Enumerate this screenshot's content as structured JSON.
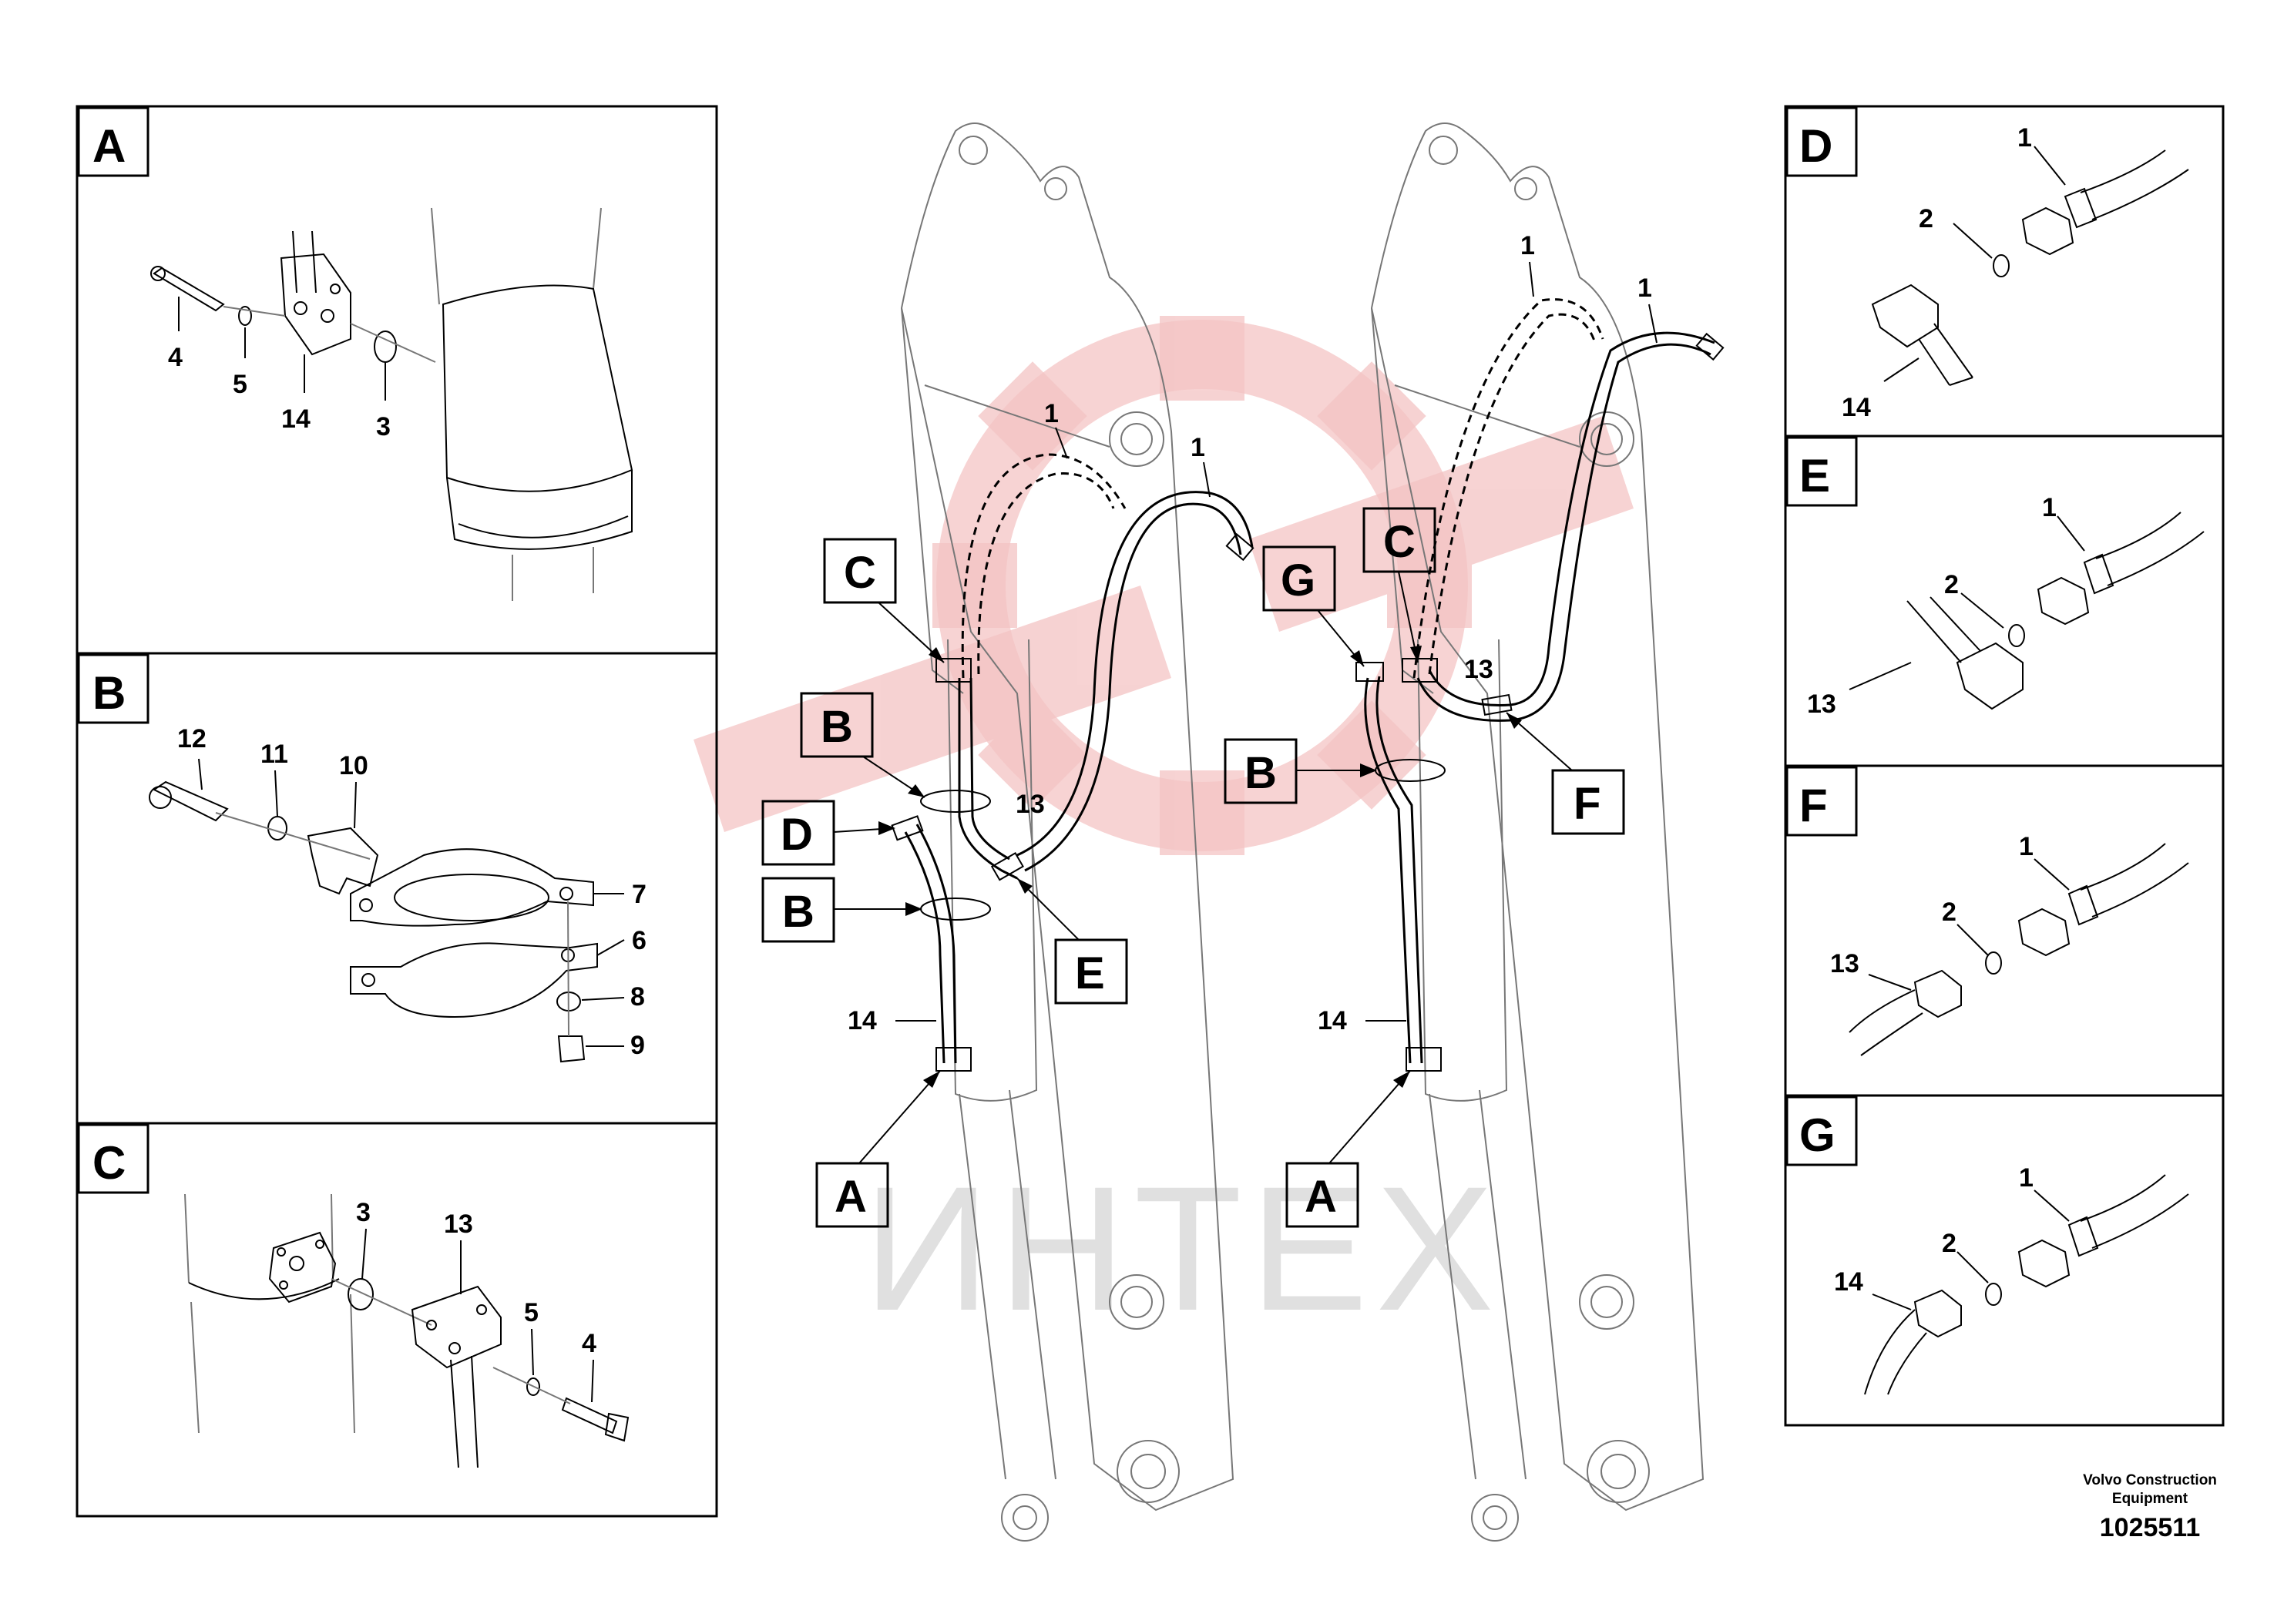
{
  "watermark": {
    "text": "ИНТЕХ",
    "logo_color": "#f2b5b5",
    "text_color": "#dddddd"
  },
  "panels_left": [
    {
      "letter": "A",
      "labels": [
        "4",
        "5",
        "14",
        "3"
      ]
    },
    {
      "letter": "B",
      "labels": [
        "12",
        "11",
        "10",
        "7",
        "6",
        "8",
        "9"
      ]
    },
    {
      "letter": "C",
      "labels": [
        "3",
        "13",
        "5",
        "4"
      ]
    }
  ],
  "panels_right": [
    {
      "letter": "D",
      "labels": [
        "1",
        "2",
        "14"
      ]
    },
    {
      "letter": "E",
      "labels": [
        "1",
        "2",
        "13"
      ]
    },
    {
      "letter": "F",
      "labels": [
        "1",
        "2",
        "13"
      ]
    },
    {
      "letter": "G",
      "labels": [
        "1",
        "2",
        "14"
      ]
    }
  ],
  "main_left": {
    "tags": [
      "C",
      "B",
      "D",
      "B",
      "E",
      "A"
    ],
    "labels": [
      "1",
      "1",
      "13",
      "14"
    ]
  },
  "main_right": {
    "tags": [
      "G",
      "C",
      "B",
      "F",
      "A"
    ],
    "labels": [
      "1",
      "1",
      "13",
      "14"
    ]
  },
  "footer": {
    "company_line1": "Volvo Construction",
    "company_line2": "Equipment",
    "doc_number": "1025511"
  }
}
